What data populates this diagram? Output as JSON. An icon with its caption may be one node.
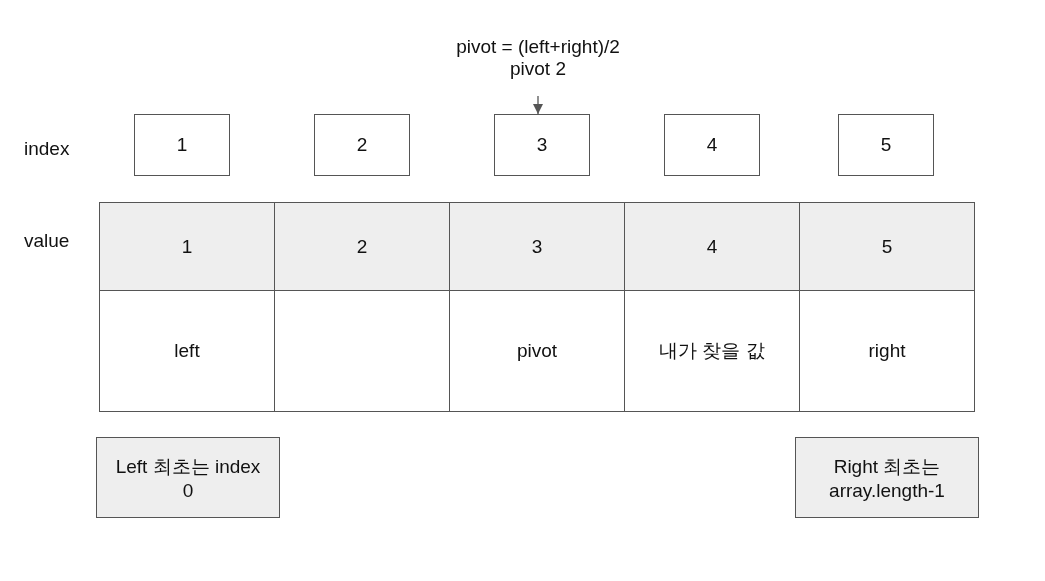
{
  "diagram": {
    "nodes": [
      {
        "text": [
          "pivot = (left+right)/2",
          "pivot 2"
        ]
      },
      {
        "text": [
          "1"
        ]
      },
      {
        "text": [
          "2"
        ]
      },
      {
        "text": [
          "3"
        ]
      },
      {
        "text": [
          "4"
        ]
      },
      {
        "text": [
          "5"
        ]
      },
      {
        "text": [
          "1"
        ]
      },
      {
        "text": [
          "2"
        ]
      },
      {
        "text": [
          "3"
        ]
      },
      {
        "text": [
          "4"
        ]
      },
      {
        "text": [
          "5"
        ]
      },
      {
        "text": [
          "left"
        ]
      },
      {
        "text": [],
        "shape": "box"
      },
      {
        "text": [
          "pivot"
        ]
      },
      {
        "text": [
          "내가 찾을 값"
        ]
      },
      {
        "text": [
          "right"
        ]
      },
      {
        "text": [
          "Left 최초는 index 0"
        ]
      },
      {
        "text": [
          "Right 최초는 array.length-1"
        ]
      }
    ],
    "edges": [
      {
        "from": 0,
        "to": 3,
        "arrow": "to"
      }
    ],
    "labels": [
      "index",
      "value"
    ]
  }
}
